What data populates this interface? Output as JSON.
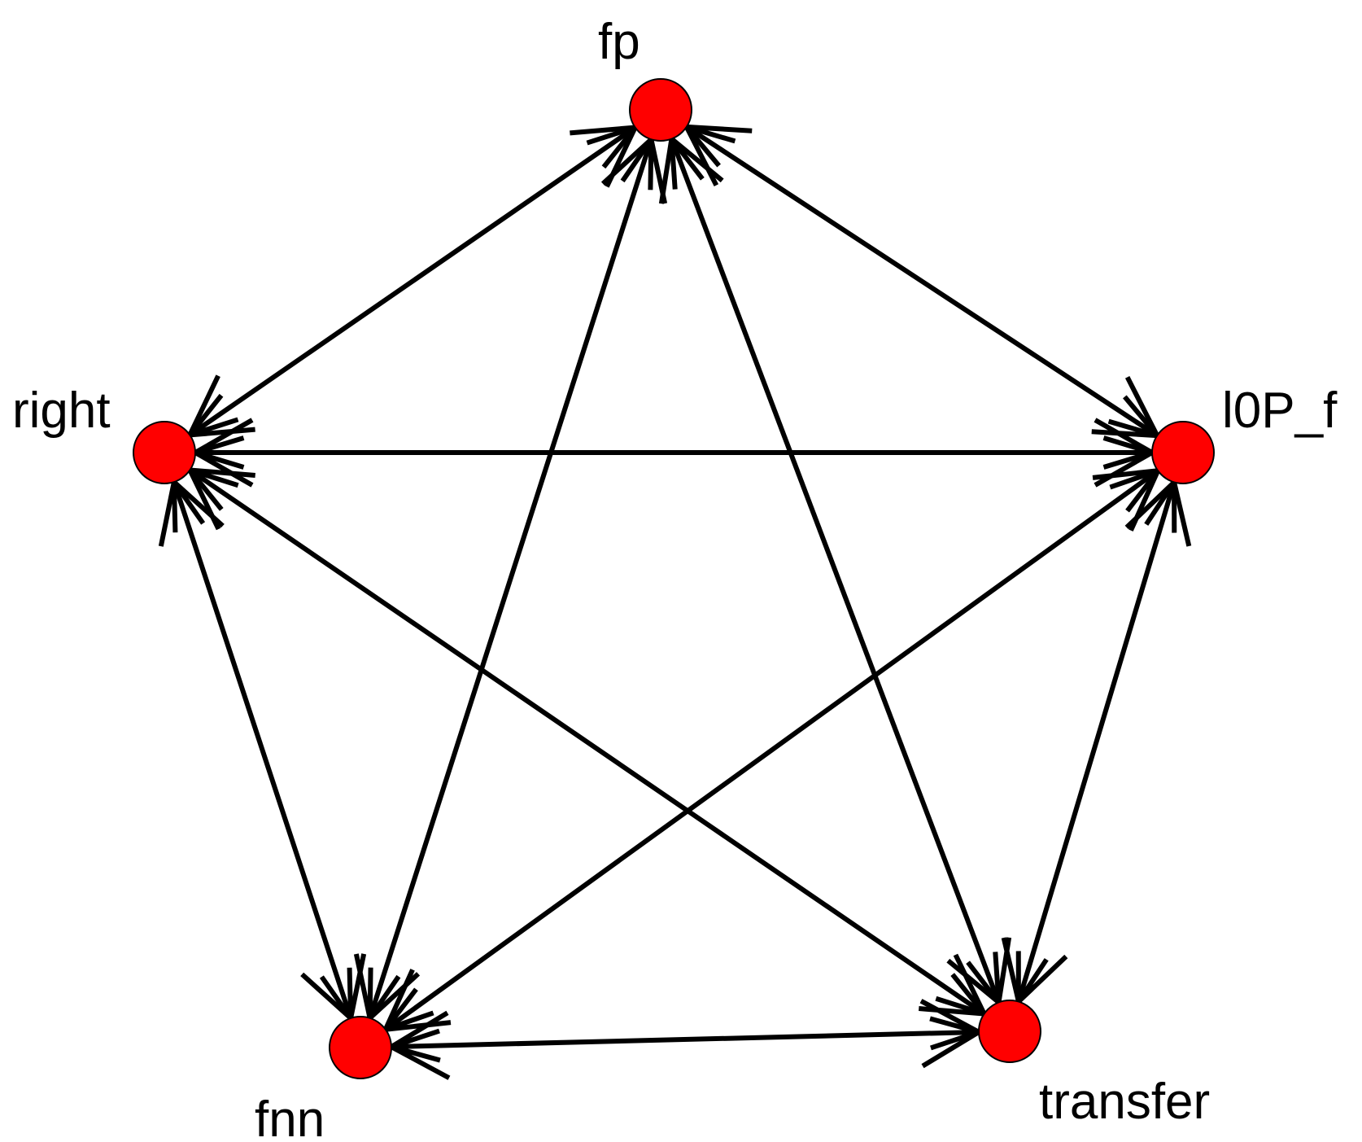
{
  "graph": {
    "node_color": "#ff0000",
    "edge_color": "#000000",
    "background": "#ffffff",
    "nodes": [
      {
        "id": "fp",
        "label": "fp"
      },
      {
        "id": "right",
        "label": "right"
      },
      {
        "id": "l0p_f",
        "label": "l0P_f"
      },
      {
        "id": "fnn",
        "label": "fnn"
      },
      {
        "id": "transfer",
        "label": "transfer"
      }
    ],
    "edges": [
      {
        "from": "fp",
        "to": "right",
        "directed": "both"
      },
      {
        "from": "fp",
        "to": "l0p_f",
        "directed": "both"
      },
      {
        "from": "fp",
        "to": "fnn",
        "directed": "both"
      },
      {
        "from": "fp",
        "to": "transfer",
        "directed": "both"
      },
      {
        "from": "right",
        "to": "l0p_f",
        "directed": "both"
      },
      {
        "from": "right",
        "to": "fnn",
        "directed": "both"
      },
      {
        "from": "right",
        "to": "transfer",
        "directed": "both"
      },
      {
        "from": "l0p_f",
        "to": "fnn",
        "directed": "both"
      },
      {
        "from": "l0p_f",
        "to": "transfer",
        "directed": "both"
      },
      {
        "from": "fnn",
        "to": "transfer",
        "directed": "both"
      }
    ]
  }
}
